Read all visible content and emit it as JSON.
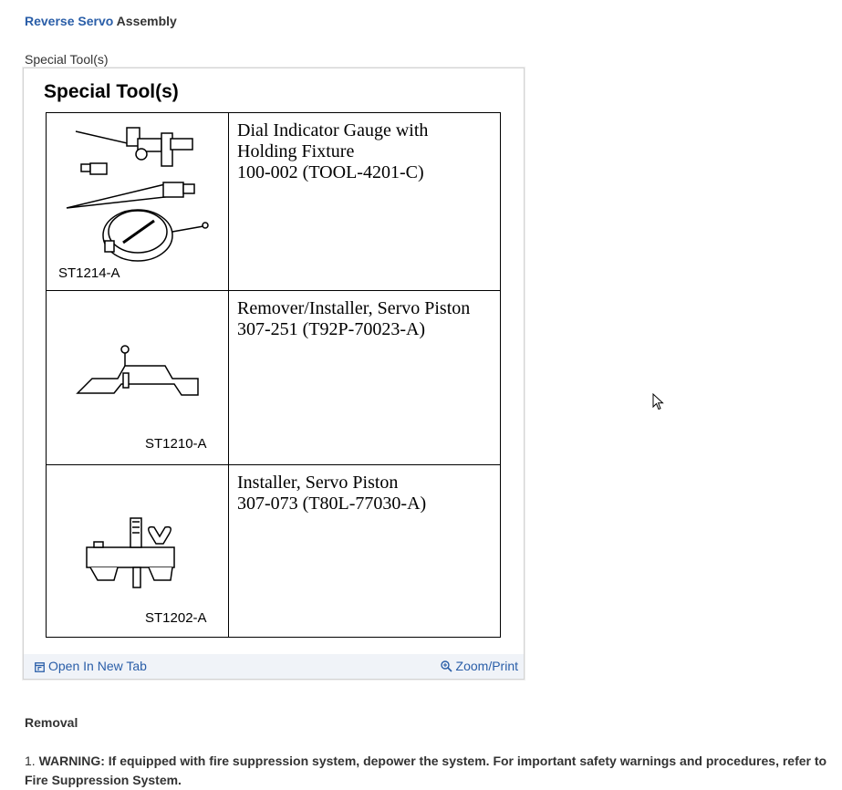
{
  "heading": {
    "link_text": "Reverse Servo",
    "rest_text": " Assembly"
  },
  "figure": {
    "caption": "Special Tool(s)",
    "title": "Special Tool(s)",
    "tools": [
      {
        "code": "ST1214-A",
        "lines": [
          "Dial Indicator Gauge with",
          "Holding Fixture",
          "100-002 (TOOL-4201-C)"
        ]
      },
      {
        "code": "ST1210-A",
        "lines": [
          "Remover/Installer, Servo Piston",
          "307-251 (T92P-70023-A)"
        ]
      },
      {
        "code": "ST1202-A",
        "lines": [
          "Installer, Servo Piston",
          "307-073 (T80L-77030-A)"
        ]
      }
    ],
    "footer": {
      "open_label": "Open In New Tab",
      "zoom_label": "Zoom/Print"
    }
  },
  "removal": {
    "heading": "Removal",
    "step_number": "1.",
    "step_label": "WARNING:",
    "step_text": " If equipped with fire suppression system, depower the system. For important safety warnings and procedures, refer to Fire Suppression System."
  },
  "colors": {
    "link": "#2a5ea8",
    "text": "#333333",
    "footer_bg": "#f0f3f8"
  }
}
